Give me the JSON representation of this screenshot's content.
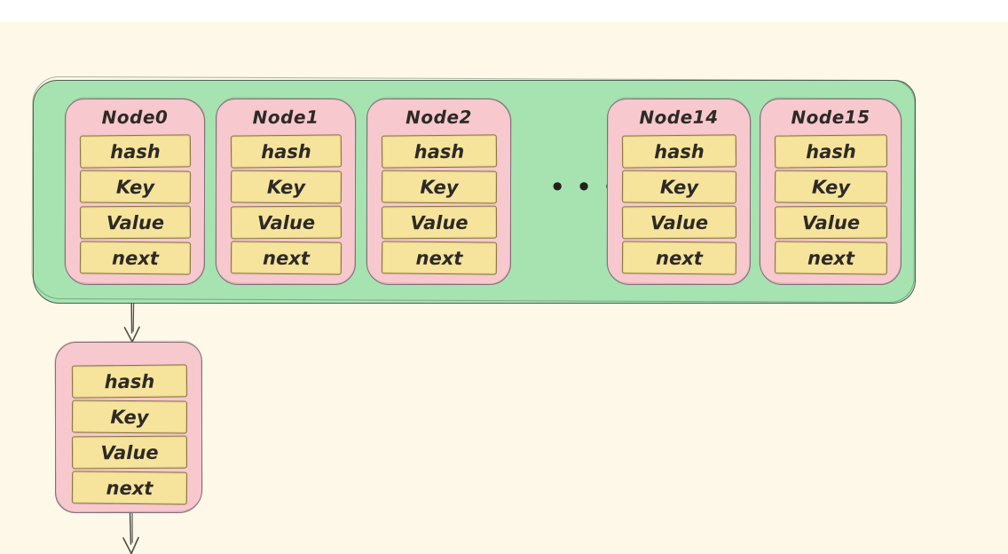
{
  "colors": {
    "background": "#fdf8e7",
    "top_strip": "#ffffff",
    "bucket_fill": "#a6e3b0",
    "bucket_border": "#4d5f51",
    "node_fill": "#f7c8ce",
    "node_border": "#83707a",
    "field_fill": "#f6e49c",
    "field_border": "#85753f",
    "ink": "#2d2a26",
    "arrow": "#50504a"
  },
  "bucket_array": {
    "nodes": [
      {
        "title": "Node0",
        "fields": [
          "hash",
          "Key",
          "Value",
          "next"
        ]
      },
      {
        "title": "Node1",
        "fields": [
          "hash",
          "Key",
          "Value",
          "next"
        ]
      },
      {
        "title": "Node2",
        "fields": [
          "hash",
          "Key",
          "Value",
          "next"
        ]
      },
      {
        "title": "Node14",
        "fields": [
          "hash",
          "Key",
          "Value",
          "next"
        ]
      },
      {
        "title": "Node15",
        "fields": [
          "hash",
          "Key",
          "Value",
          "next"
        ]
      }
    ],
    "ellipsis": "•••"
  },
  "overflow_node": {
    "fields": [
      "hash",
      "Key",
      "Value",
      "next"
    ]
  }
}
